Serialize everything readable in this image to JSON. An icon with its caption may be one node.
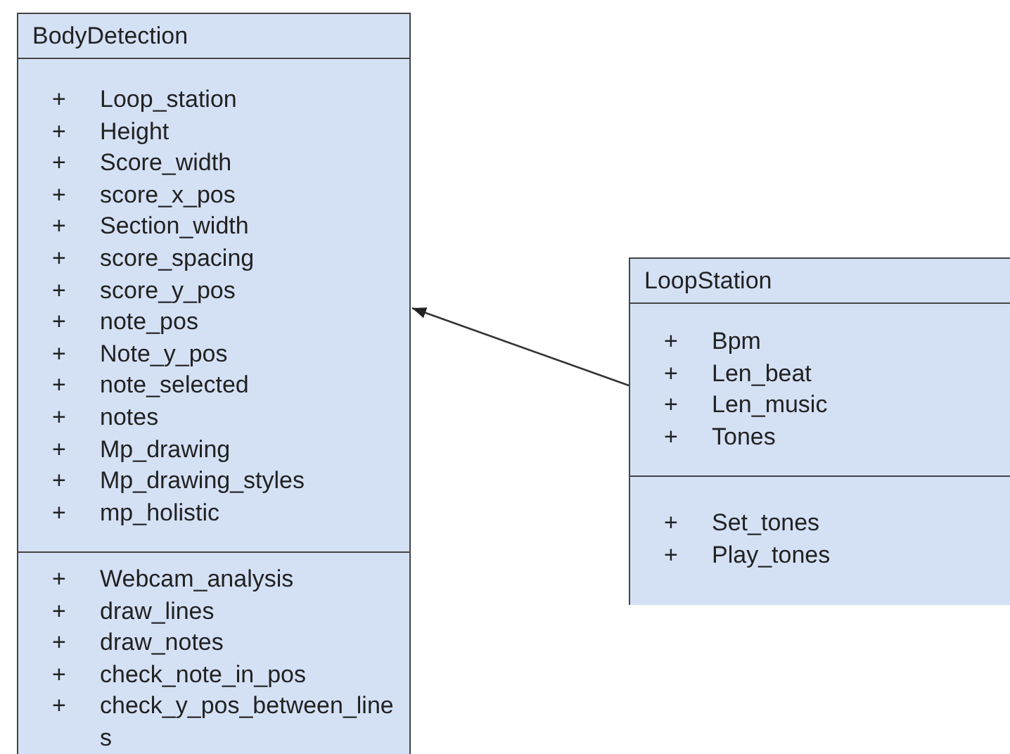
{
  "diagram": {
    "nodes": [
      {
        "text": [
          "BodyDetection"
        ]
      },
      {
        "text": [
          "+",
          "Loop_station",
          "+",
          "Height",
          "+",
          "Score_width",
          "+",
          "score_x_pos",
          "+",
          "Section_width",
          "+",
          "score_spacing",
          "+",
          "score_y_pos",
          "+",
          "note_pos",
          "+",
          "Note_y_pos",
          "+",
          "note_selected",
          "+",
          "notes",
          "+",
          "Mp_drawing",
          "+",
          "Mp_drawing_styles",
          "+",
          "mp_holistic"
        ],
        "in": 0
      },
      {
        "text": [
          "+",
          "Webcam_analysis",
          "+",
          "draw_lines",
          "+",
          "draw_notes",
          "+",
          "check_note_in_pos",
          "+",
          "check_y_pos_between_lines"
        ],
        "in": 0
      },
      {
        "text": [
          "LoopStation"
        ]
      },
      {
        "text": [
          "+",
          "Bpm",
          "+",
          "Len_beat",
          "+",
          "Len_music",
          "+",
          "Tones"
        ],
        "in": 3
      },
      {
        "text": [
          "+",
          "Set_tones",
          "+",
          "Play_tones"
        ],
        "in": 3
      }
    ],
    "edges": [
      {
        "from": 3,
        "to": 0,
        "arrow": "to"
      }
    ]
  }
}
